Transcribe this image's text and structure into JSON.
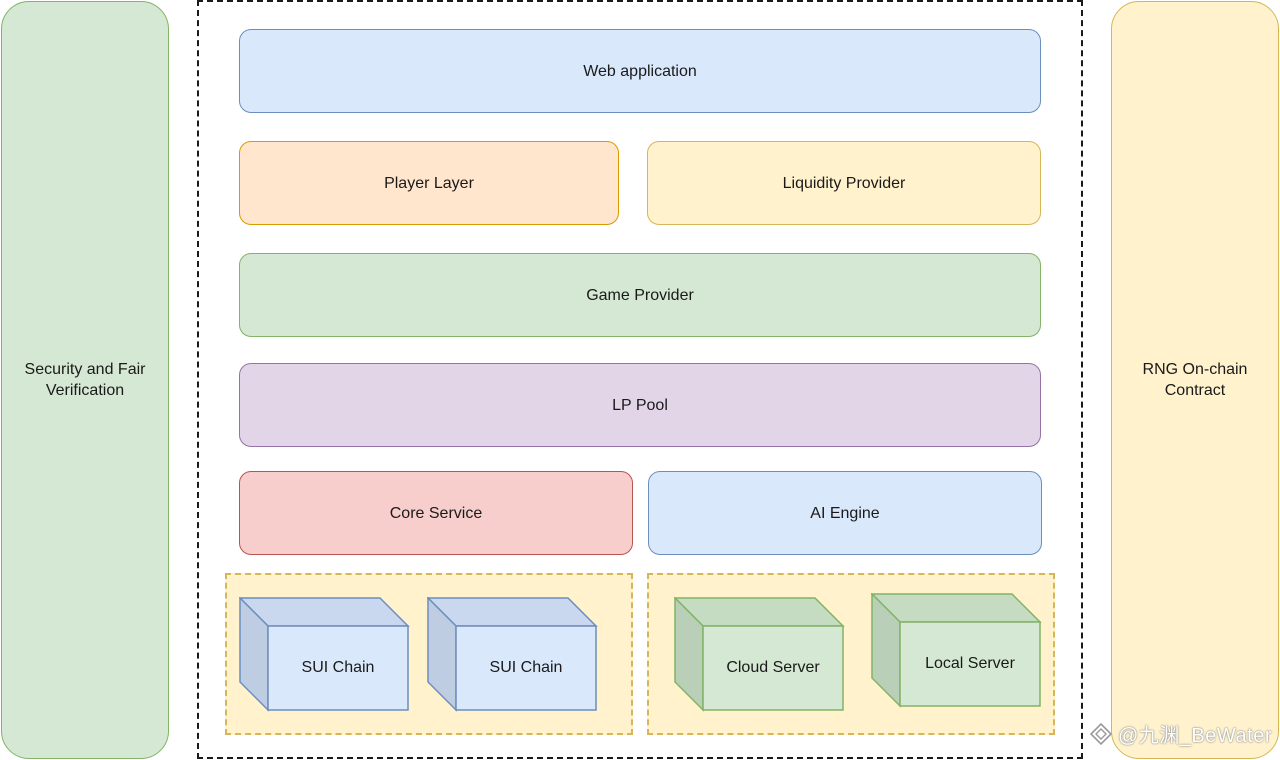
{
  "pillars": {
    "left": {
      "label_line1": "Security and Fair",
      "label_line2": "Verification"
    },
    "right": {
      "label_line1": "RNG On-chain",
      "label_line2": "Contract"
    }
  },
  "layers": {
    "web_application": "Web application",
    "player_layer": "Player Layer",
    "liquidity_provider": "Liquidity Provider",
    "game_provider": "Game Provider",
    "lp_pool": "LP Pool",
    "core_service": "Core Service",
    "ai_engine": "AI Engine"
  },
  "chain_group": {
    "nodes": [
      "SUI Chain",
      "SUI Chain"
    ]
  },
  "server_group": {
    "nodes": [
      "Cloud Server",
      "Local Server"
    ]
  },
  "watermark": "@九渊_BeWater",
  "colors": {
    "blue_fill": "#dae8fc",
    "blue_stroke": "#6c8ebf",
    "orange_fill": "#ffe6cc",
    "orange_stroke": "#d79b00",
    "yellow_fill": "#fff2cc",
    "yellow_stroke": "#d6b656",
    "green_fill": "#d5e8d4",
    "green_stroke": "#82b366",
    "purple_fill": "#e1d5e7",
    "purple_stroke": "#9673a6",
    "red_fill": "#f8cecc",
    "red_stroke": "#b85450"
  }
}
